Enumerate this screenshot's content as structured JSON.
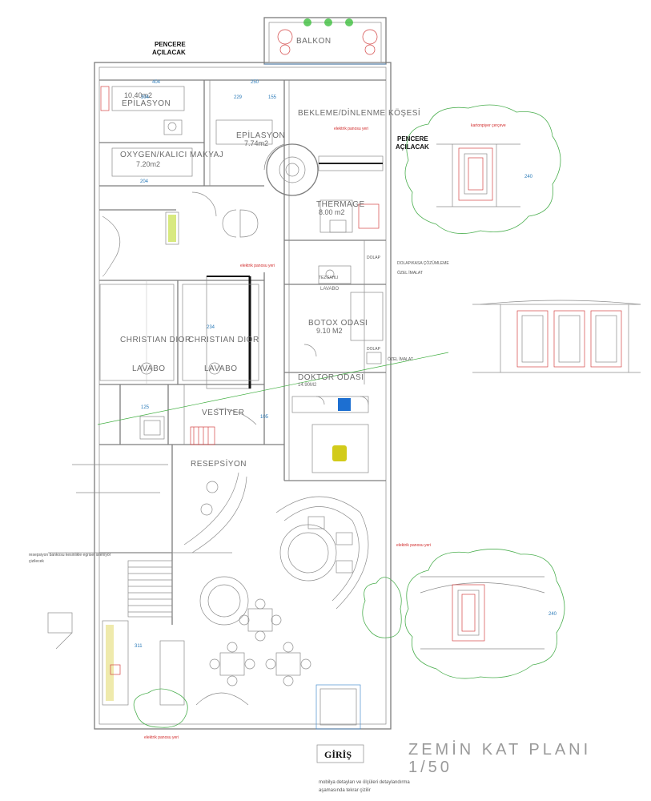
{
  "rooms": {
    "balkon": "BALKON",
    "epilasyon1": "EPİLASYON",
    "epilasyon1_area": "10.40m2",
    "epilasyon2": "EPİLASYON",
    "epilasyon2_area": "7.74m2",
    "oxygen": "OXYGEN/KALICI MAKYAJ",
    "oxygen_area": "7.20m2",
    "bekleme": "BEKLEME/DİNLENME KÖŞESİ",
    "thermage": "THERMAGE",
    "thermage_area": "8.00 m2",
    "botox": "BOTOX ODASI",
    "botox_area": "9.10 M2",
    "doktor": "DOKTOR ODASI",
    "doktor_area": "14.90M2",
    "christian1": "CHRISTIAN DIOR",
    "christian2": "CHRISTIAN DIOR",
    "lavabo1": "LAVABO",
    "lavabo2": "LAVABO",
    "lavabo3": "LAVABO",
    "vestiyer": "VESTİYER",
    "resepsiyon": "RESEPSİYON"
  },
  "callouts": {
    "pencere_top_1": "PENCERE",
    "pencere_top_2": "AÇILACAK",
    "pencere_right_1": "PENCERE",
    "pencere_right_2": "AÇILACAK"
  },
  "notes": {
    "elektrik1": "elektrik panosu yeri",
    "elektrik2": "elektrik panosu yeri",
    "elektrik3": "elektrik panosu yeri",
    "elektrik4": "elektrik panosu yeri",
    "dolap": "DOLAP",
    "dolap2": "DOLAP",
    "ozel_imalat1": "ÖZEL İMALAT",
    "ozel_imalat2": "ÖZEL İMALAT",
    "dolap_coz": "DOLAP/KASA ÇÖZÜMLEME",
    "tezgahli": "TEZGAHLI",
    "resepsiyon_bankosu": "resepsiyon bankosu kesinlikle egrisel isteniyor",
    "resepsiyon_bankosu_2": "çizilecek",
    "kartonpiyer_note": "kartonpiyer çerçeve"
  },
  "title": {
    "main": "ZEMİN KAT PLANI",
    "scale": "1/50",
    "entrance": "GİRİŞ",
    "footer1": "mobilya detayları ve ölçüleri detaylandırma",
    "footer2": "aşamasında tekrar çizilir"
  },
  "dims": {
    "d404": "404",
    "d304": "304",
    "d229": "229",
    "d155": "155",
    "d204": "204",
    "d250": "250",
    "d240a": "240",
    "d240b": "240",
    "d311": "311",
    "d234": "234",
    "d105": "105",
    "d125": "125"
  },
  "colors": {
    "wall": "#7d7d7d",
    "furniture_red": "#d34545",
    "dimension_blue": "#4a8fd1",
    "cloud_green": "#4caf50",
    "chair_blue": "#1d6fd1",
    "chair_yellow": "#d2cb1a",
    "plant_green": "#3fbf3f"
  }
}
